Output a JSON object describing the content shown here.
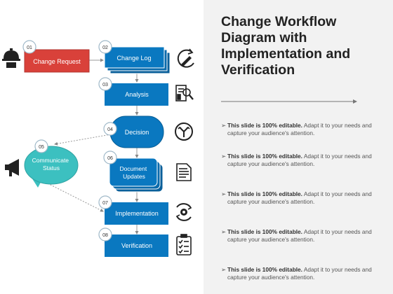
{
  "title": "Change Workflow Diagram with Implementation and Verification",
  "steps": [
    {
      "num": "01",
      "label": "Change Request"
    },
    {
      "num": "02",
      "label": "Change Log"
    },
    {
      "num": "03",
      "label": "Analysis"
    },
    {
      "num": "04",
      "label": "Decision"
    },
    {
      "num": "05",
      "label": "Communicate Status"
    },
    {
      "num": "06",
      "label": "Document Updates"
    },
    {
      "num": "07",
      "label": "Implementation"
    },
    {
      "num": "08",
      "label": "Verification"
    }
  ],
  "bullets": [
    {
      "bold": "This slide is 100% editable.",
      "text": "Adapt it to your needs and capture your audience's attention."
    },
    {
      "bold": "This slide is 100% editable.",
      "text": "Adapt it to your needs and capture your audience's attention."
    },
    {
      "bold": "This slide is 100% editable.",
      "text": "Adapt it to your needs and capture your audience's attention."
    },
    {
      "bold": "This slide is 100% editable.",
      "text": "Adapt it to your needs and capture your audience's attention."
    },
    {
      "bold": "This slide is 100% editable.",
      "text": "Adapt it to your needs and capture your audience's attention."
    }
  ],
  "colors": {
    "blue": "#0a78c0",
    "blue_dark": "#0a5f9a",
    "red": "#d9413a",
    "teal": "#3cc0c0",
    "number_circle_border": "#9fb8c8"
  },
  "icons": [
    "bell-icon",
    "pencil-refresh-icon",
    "analysis-search-icon",
    "split-arrows-icon",
    "document-icon",
    "megaphone-icon",
    "gear-cycle-icon",
    "checklist-icon"
  ]
}
